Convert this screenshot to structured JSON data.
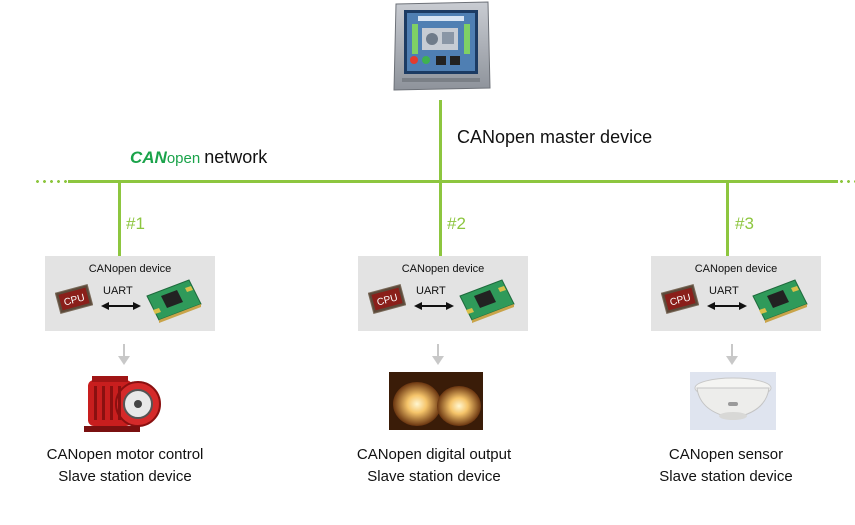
{
  "network": {
    "brand_can": "CAN",
    "brand_open": "open",
    "label": "network"
  },
  "master": {
    "label": "CANopen master device",
    "device_icon": "hmi-touch-panel-icon"
  },
  "nodes": [
    {
      "number": "#1",
      "device_title": "CANopen device",
      "uart_label": "UART",
      "cpu_label": "CPU",
      "caption_line1": "CANopen motor control",
      "caption_line2": "Slave station device",
      "picture": "motor-icon"
    },
    {
      "number": "#2",
      "device_title": "CANopen device",
      "uart_label": "UART",
      "cpu_label": "CPU",
      "caption_line1": "CANopen digital output",
      "caption_line2": "Slave station device",
      "picture": "lamps-icon"
    },
    {
      "number": "#3",
      "device_title": "CANopen device",
      "uart_label": "UART",
      "cpu_label": "CPU",
      "caption_line1": "CANopen sensor",
      "caption_line2": "Slave station device",
      "picture": "smoke-sensor-icon"
    }
  ],
  "colors": {
    "bus": "#8dc63f",
    "brand": "#1aa34a",
    "device_box": "#e3e3e3"
  }
}
